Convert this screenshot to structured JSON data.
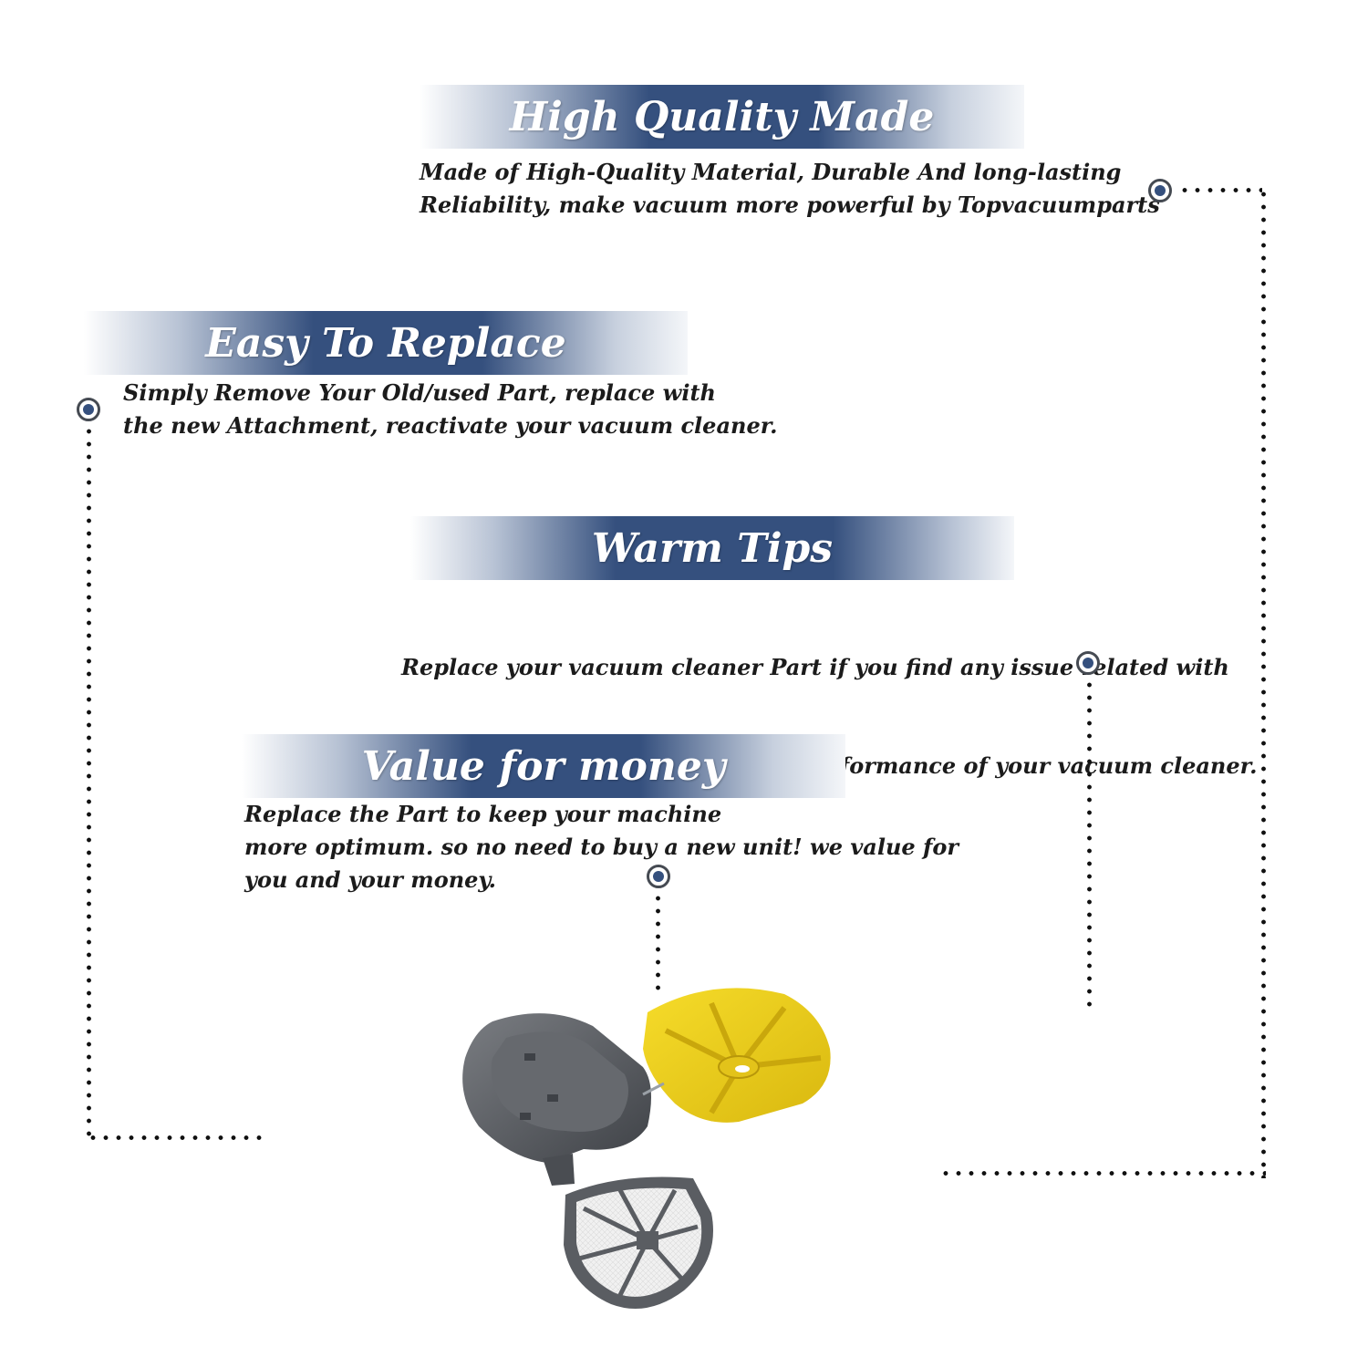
{
  "sections": [
    {
      "title": "High Quality Made",
      "lines": [
        "Made of  High-Quality Material, Durable And long-lasting",
        "Reliability, make vacuum more powerful by Topvacuumparts"
      ]
    },
    {
      "title": "Easy To Replace",
      "lines": [
        "Simply Remove Your Old/used Part, replace with",
        "the new Attachment, reactivate your vacuum cleaner."
      ]
    },
    {
      "title": "Warm Tips",
      "lines": [
        "Replace your vacuum cleaner Part if you find any issue related with",
        " attachment to ensure optimum performance of your vacuum cleaner."
      ]
    },
    {
      "title": "Value for money",
      "lines": [
        "Replace the Part to keep your machine",
        "more optimum. so no need to buy a new unit! we value for",
        "you and your money."
      ]
    }
  ],
  "colors": {
    "banner_blue": "#35507e",
    "dot_blue": "#35507e",
    "text": "#1b1b1b",
    "filter_yellow": "#f2d21c",
    "housing_gray": "#5a5d62"
  },
  "icons": [
    "bullet-dot-icon",
    "vacuum-filter-assembly-image"
  ]
}
